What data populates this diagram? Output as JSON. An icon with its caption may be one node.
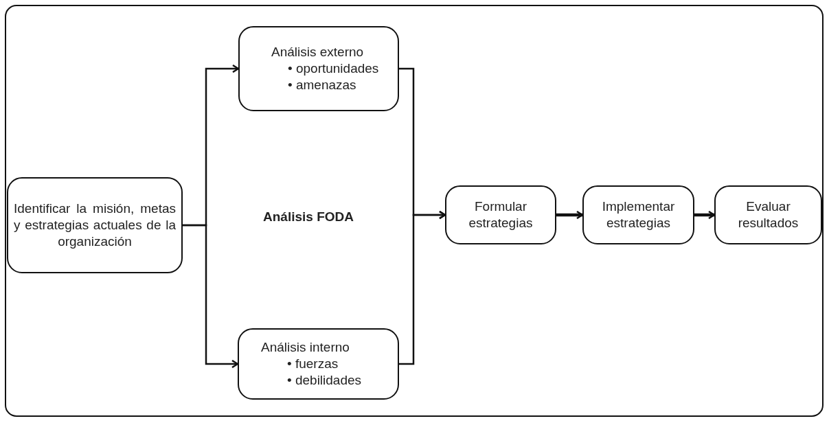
{
  "diagram": {
    "nodes": [
      {
        "text": [
          "Identificar la misión, metas y estrategias actuales de la organización"
        ]
      },
      {
        "text": [
          "Análisis externo",
          "• oportunidades",
          "• amenazas"
        ]
      },
      {
        "text": [
          "Análisis interno",
          "• fuerzas",
          "• debilidades"
        ]
      },
      {
        "text": [
          "Formular estrategias"
        ]
      },
      {
        "text": [
          "Implementar estrategias"
        ]
      },
      {
        "text": [
          "Evaluar resultados"
        ]
      }
    ],
    "edges": [
      {
        "from": 0,
        "to": 1,
        "arrow": "to"
      },
      {
        "from": 0,
        "to": 2,
        "arrow": "to"
      },
      {
        "from": 1,
        "to": 3,
        "arrow": "to"
      },
      {
        "from": 2,
        "to": 3,
        "arrow": "to"
      },
      {
        "from": 3,
        "to": 4,
        "arrow": "to",
        "style": "thick"
      },
      {
        "from": 4,
        "to": 5,
        "arrow": "to",
        "style": "thick"
      }
    ],
    "labels": [
      "Análisis FODA"
    ]
  }
}
